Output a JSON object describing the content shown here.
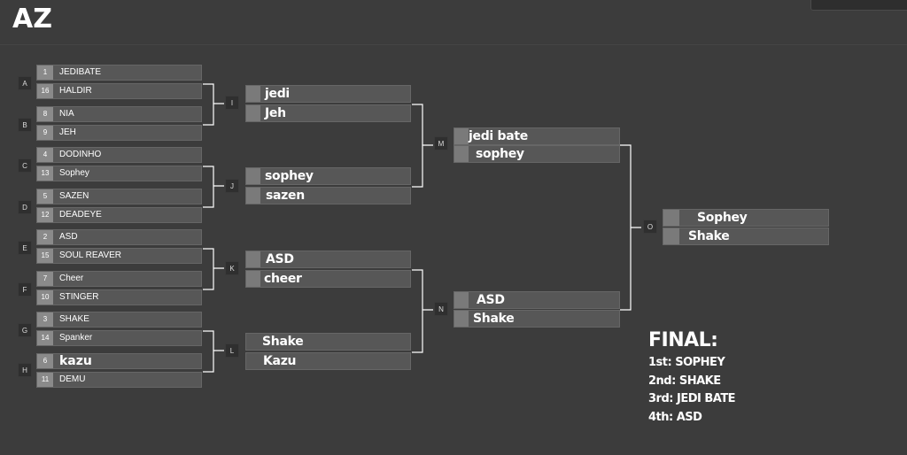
{
  "header": {
    "title": "AZ"
  },
  "round1": [
    {
      "label": "A",
      "p1": {
        "seed": "1",
        "name": "JEDIBATE"
      },
      "p2": {
        "seed": "16",
        "name": "HALDIR"
      }
    },
    {
      "label": "B",
      "p1": {
        "seed": "8",
        "name": "NIA"
      },
      "p2": {
        "seed": "9",
        "name": "JEH"
      }
    },
    {
      "label": "C",
      "p1": {
        "seed": "4",
        "name": "DODINHO"
      },
      "p2": {
        "seed": "13",
        "name": "Sophey"
      }
    },
    {
      "label": "D",
      "p1": {
        "seed": "5",
        "name": "SAZEN"
      },
      "p2": {
        "seed": "12",
        "name": "DEADEYE"
      }
    },
    {
      "label": "E",
      "p1": {
        "seed": "2",
        "name": "ASD"
      },
      "p2": {
        "seed": "15",
        "name": "SOUL REAVER"
      }
    },
    {
      "label": "F",
      "p1": {
        "seed": "7",
        "name": "Cheer"
      },
      "p2": {
        "seed": "10",
        "name": "STINGER"
      }
    },
    {
      "label": "G",
      "p1": {
        "seed": "3",
        "name": "SHAKE"
      },
      "p2": {
        "seed": "14",
        "name": "Spanker"
      }
    },
    {
      "label": "H",
      "p1": {
        "seed": "6",
        "name": "kazu"
      },
      "p2": {
        "seed": "11",
        "name": "DEMU"
      }
    }
  ],
  "round2": [
    {
      "label": "I",
      "p1": "jedi",
      "p2": "Jeh"
    },
    {
      "label": "J",
      "p1": "sophey",
      "p2": "sazen"
    },
    {
      "label": "K",
      "p1": "ASD",
      "p2": "cheer"
    },
    {
      "label": "L",
      "p1": "Shake",
      "p2": "Kazu"
    }
  ],
  "round3": [
    {
      "label": "M",
      "p1": "jedi bate",
      "p2": "sophey"
    },
    {
      "label": "N",
      "p1": "ASD",
      "p2": "Shake"
    }
  ],
  "final_match": {
    "label": "O",
    "p1": "Sophey",
    "p2": "Shake"
  },
  "final_results": {
    "title": "FINAL:",
    "lines": [
      "1st: SOPHEY",
      "2nd: SHAKE",
      "3rd: JEDI BATE",
      "4th: ASD"
    ]
  },
  "colors": {
    "background": "#3c3c3c",
    "slot": "#575757",
    "seed_box": "#8a8a8a",
    "connector": "#ffffff"
  }
}
